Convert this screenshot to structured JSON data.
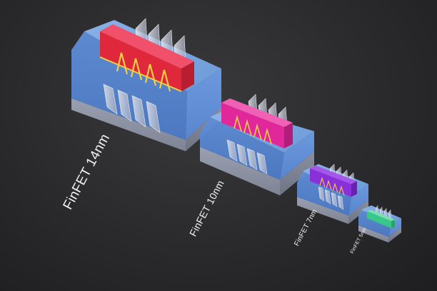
{
  "labels": {
    "n14": "FinFET 14nm",
    "n10": "FinFET 10nm",
    "n7": "FinFET 7nm",
    "n5": "FinFET 5nm"
  },
  "colors": {
    "substrate_blue": "#6f9fe0",
    "base_gray": "#8a8fa0",
    "gate_14nm": "#e0283c",
    "gate_10nm": "#e0289a",
    "gate_7nm": "#8a30d8",
    "gate_5nm": "#3ac88a",
    "liner": "#f0d040",
    "fin": "#c8ccd8"
  }
}
